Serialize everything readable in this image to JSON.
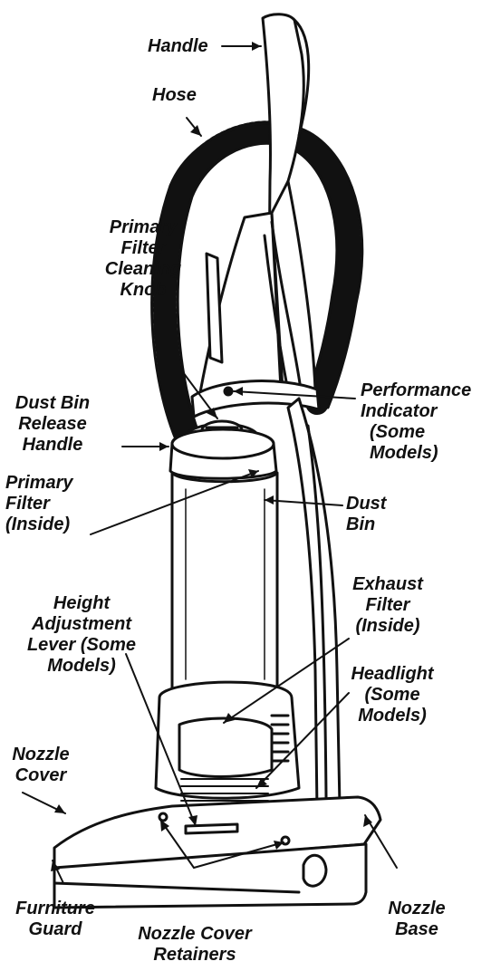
{
  "diagram": {
    "colors": {
      "ink": "#111111",
      "paper": "#ffffff",
      "shade": "#cfcfcf"
    },
    "labels": {
      "handle": [
        "Handle"
      ],
      "hose": [
        "Hose"
      ],
      "primary_filter_cleaning_knob": [
        "Primary",
        "Filter",
        "Cleaning",
        "Knob"
      ],
      "dust_bin_release_handle": [
        "Dust Bin",
        "Release",
        "Handle"
      ],
      "primary_filter_inside": [
        "Primary",
        "Filter",
        "(Inside)"
      ],
      "performance_indicator": [
        "Performance",
        "Indicator",
        "(Some",
        "Models)"
      ],
      "dust_bin": [
        "Dust",
        "Bin"
      ],
      "height_adjustment_lever": [
        "Height",
        "Adjustment",
        "Lever (Some",
        "Models)"
      ],
      "exhaust_filter": [
        "Exhaust",
        "Filter",
        "(Inside)"
      ],
      "headlight": [
        "Headlight",
        "(Some",
        "Models)"
      ],
      "nozzle_cover": [
        "Nozzle",
        "Cover"
      ],
      "furniture_guard": [
        "Furniture",
        "Guard"
      ],
      "nozzle_base": [
        "Nozzle",
        "Base"
      ],
      "nozzle_cover_retainers": [
        "Nozzle Cover",
        "Retainers"
      ]
    }
  }
}
